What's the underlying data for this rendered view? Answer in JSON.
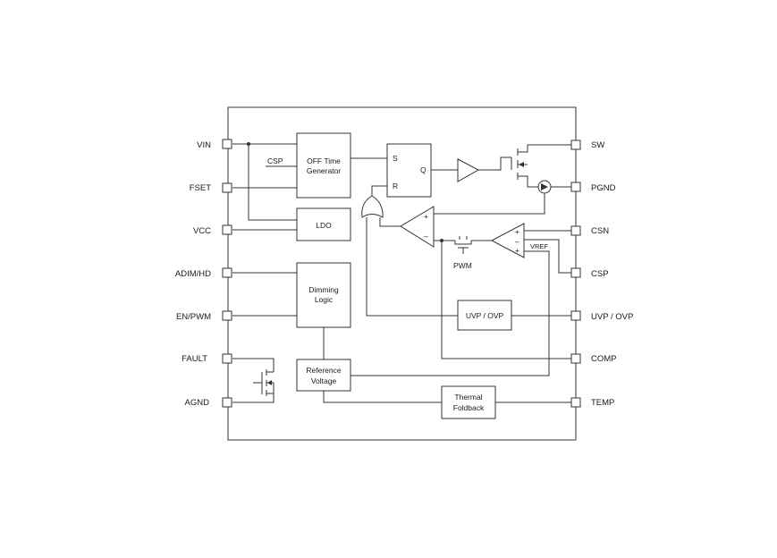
{
  "pins_left": [
    "VIN",
    "FSET",
    "VCC",
    "ADIM/HD",
    "EN/PWM",
    "FAULT",
    "AGND"
  ],
  "pins_right": [
    "SW",
    "PGND",
    "CSN",
    "CSP",
    "UVP / OVP",
    "COMP",
    "TEMP"
  ],
  "blocks": {
    "off_time": [
      "OFF Time",
      "Generator"
    ],
    "off_time_input": "CSP",
    "ldo": "LDO",
    "dimming": [
      "Dimming",
      "Logic"
    ],
    "reference": [
      "Reference",
      "Voltage"
    ],
    "uvp_ovp": "UVP / OVP",
    "thermal": [
      "Thermal",
      "Foldback"
    ],
    "pwm_switch": "PWM",
    "vref": "VREF"
  },
  "latch": {
    "set": "S",
    "reset": "R",
    "output": "Q"
  },
  "signs": {
    "plus": "+",
    "minus": "–"
  }
}
